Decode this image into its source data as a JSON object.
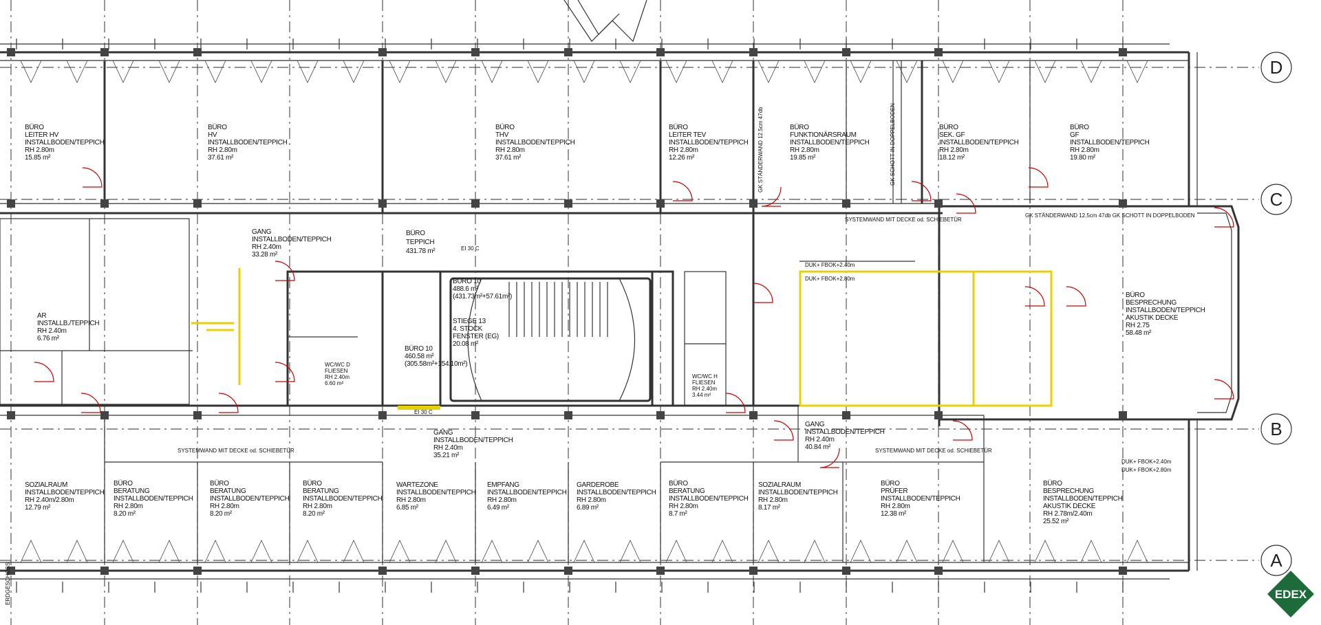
{
  "grid_axes": {
    "D": "D",
    "C": "C",
    "B": "B",
    "A": "A"
  },
  "rooms": {
    "r1": [
      "BÜRO",
      "LEITER HV",
      "INSTALLBODEN/TEPPICH",
      "RH 2.80m",
      "15.85 m²"
    ],
    "r2": [
      "BÜRO",
      "HV",
      "INSTALLBODEN/TEPPICH",
      "RH 2.80m",
      "37.61 m²"
    ],
    "r3": [
      "BÜRO",
      "THV",
      "INSTALLBODEN/TEPPICH",
      "RH 2.80m",
      "37.61 m²"
    ],
    "r4": [
      "BÜRO",
      "LEITER TEV",
      "INSTALLBODEN/TEPPICH",
      "RH 2.80m",
      "12.26 m²"
    ],
    "r5": [
      "BÜRO",
      "FUNKTIONÄRSRAUM",
      "INSTALLBODEN/TEPPICH",
      "RH 2.80m",
      "19.85 m²"
    ],
    "r6": [
      "BÜRO",
      "SEK. GF",
      "INSTALLBODEN/TEPPICH",
      "RH 2.80m",
      "18.12 m²"
    ],
    "r7": [
      "BÜRO",
      "GF",
      "INSTALLBODEN/TEPPICH",
      "RH 2.80m",
      "19.80 m²"
    ],
    "r8": [
      "GANG",
      "INSTALLBODEN/TEPPICH",
      "RH 2.40m",
      "33.28 m²"
    ],
    "r9": [
      "BÜRO",
      "TEPPICH",
      "431.78 m²"
    ],
    "r10": [
      "BÜRO 10",
      "488.6 m²",
      "(431.73m²+57.61m²)"
    ],
    "r11": [
      "STIEGE 13",
      "4. STOCK",
      "FENSTER (EG)",
      "20.08 m²"
    ],
    "r12": [
      "BÜRO 10",
      "460.58 m²",
      "(305.58m²+154.10m²)"
    ],
    "r13": [
      "BÜRO",
      "BESPRECHUNG",
      "INSTALLBODEN/TEPPICH",
      "AKUSTIK DECKE",
      "RH 2.75",
      "58.48 m²"
    ],
    "r14": [
      "AR",
      "INSTALLB./TEPPICH",
      "RH 2.40m",
      "6.76 m²"
    ],
    "r15": [
      "GANG",
      "INSTALLBODEN/TEPPICH",
      "RH 2.40m",
      "40.84 m²"
    ],
    "r16": [
      "GANG",
      "INSTALLBODEN/TEPPICH",
      "RH 2.40m",
      "35.21 m²"
    ],
    "r17": [
      "SOZIALRAUM",
      "INSTALLBODEN/TEPPICH",
      "RH 2.40m/2.80m",
      "12.79 m²"
    ],
    "r18": [
      "BÜRO",
      "BERATUNG",
      "INSTALLBODEN/TEPPICH",
      "RH 2.80m",
      "8.20 m²"
    ],
    "r19": [
      "BÜRO",
      "BERATUNG",
      "INSTALLBODEN/TEPPICH",
      "RH 2.80m",
      "8.20 m²"
    ],
    "r20": [
      "BÜRO",
      "BERATUNG",
      "INSTALLBODEN/TEPPICH",
      "RH 2.80m",
      "8.20 m²"
    ],
    "r21": [
      "WARTEZONE",
      "INSTALLBODEN/TEPPICH",
      "RH 2.80m",
      "6.85 m²"
    ],
    "r22": [
      "EMPFANG",
      "INSTALLBODEN/TEPPICH",
      "RH 2.80m",
      "6.49 m²"
    ],
    "r23": [
      "GARDEROBE",
      "INSTALLBODEN/TEPPICH",
      "RH 2.80m",
      "6.89 m²"
    ],
    "r24": [
      "BÜRO",
      "BERATUNG",
      "INSTALLBODEN/TEPPICH",
      "RH 2.80m",
      "8.7 m²"
    ],
    "r25": [
      "SOZIALRAUM",
      "INSTALLBODEN/TEPPICH",
      "RH 2.80m",
      "8.17 m²"
    ],
    "r26": [
      "BÜRO",
      "PRÜFER",
      "INSTALLBODEN/TEPPICH",
      "RH 2.80m",
      "12.38 m²"
    ],
    "r27": [
      "BÜRO",
      "BESPRECHUNG",
      "INSTALLBODEN/TEPPICH",
      "AKUSTIK DECKE",
      "RH 2.78m/2.40m",
      "25.52 m²"
    ],
    "r28": [
      "WC/WC D",
      "FLIESEN",
      "RH 2.40m",
      "6.60 m²"
    ],
    "r29": [
      "WC/WC H",
      "FLIESEN",
      "RH 2.40m",
      "3.44 m²"
    ]
  },
  "annotations": {
    "a1": "SYSTEMWAND MIT DECKE od. SCHIEBETÜR",
    "a2": "SYSTEMWAND MIT DECKE od. SCHIEBETÜR",
    "a3": "SYSTEMWAND MIT DECKE od. SCHIEBETÜR",
    "a4": "GK STÄNDERWAND 12.5cm 47db GK SCHOTT IN DOPPELBODEN",
    "a5": "DUK+ FBOK+2.40m",
    "a6": "DUK+ FBOK+2.80m",
    "a7": "DUK+ FBOK+2.40m",
    "a8": "DUK+ FBOK+2.80m",
    "a9": "EI 30 C",
    "a10": "EI 30 C",
    "a11": "ERDGESCHOSS",
    "a12": "GK STÄNDERWAND 12.5cm 47db",
    "a13": "GK SCHOTT IN DOPPELBODEN"
  },
  "logo": {
    "text": "EDEX",
    "color": "#1e6b3a"
  },
  "colors": {
    "door": "#c00000",
    "fire_door": "#e6d200",
    "walls": "#333333"
  }
}
